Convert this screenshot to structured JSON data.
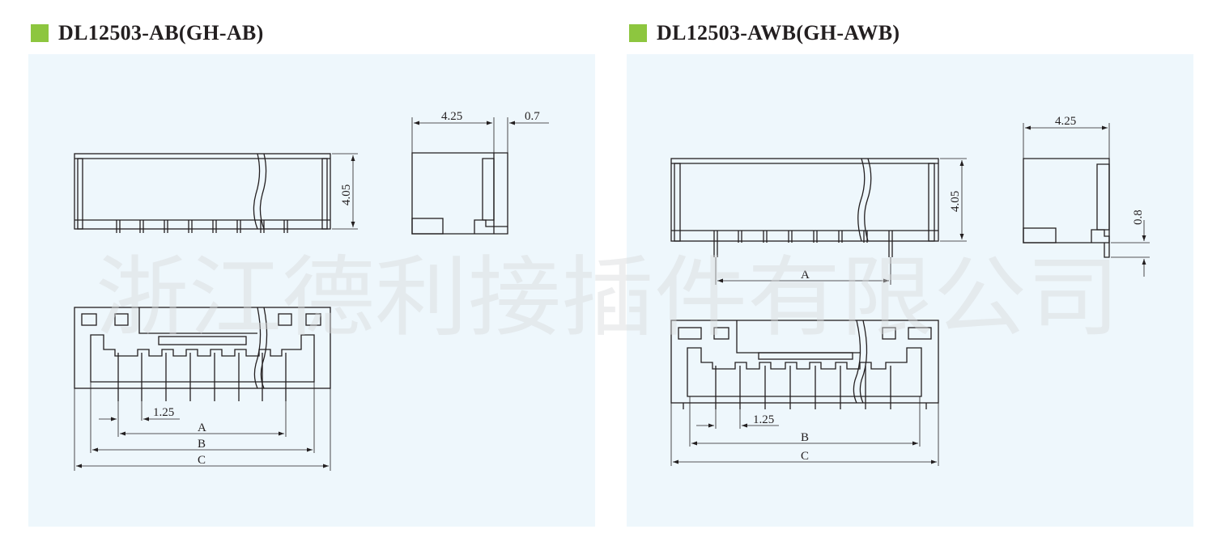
{
  "colors": {
    "accent": "#8dc63f",
    "panel": "#eef7fc",
    "line": "#231f20",
    "watermark": "#d8dadb"
  },
  "left": {
    "title": "DL12503-AB(GH-AB)",
    "dims": {
      "depth": "4.25",
      "offset": "0.7",
      "height": "4.05",
      "pitch": "1.25",
      "a": "A",
      "b": "B",
      "c": "C"
    }
  },
  "right": {
    "title": "DL12503-AWB(GH-AWB)",
    "dims": {
      "depth": "4.25",
      "offset": "0.8",
      "height": "4.05",
      "pitch": "1.25",
      "a": "A",
      "b": "B",
      "c": "C"
    }
  },
  "watermark": "浙江德利接插件有限公司"
}
